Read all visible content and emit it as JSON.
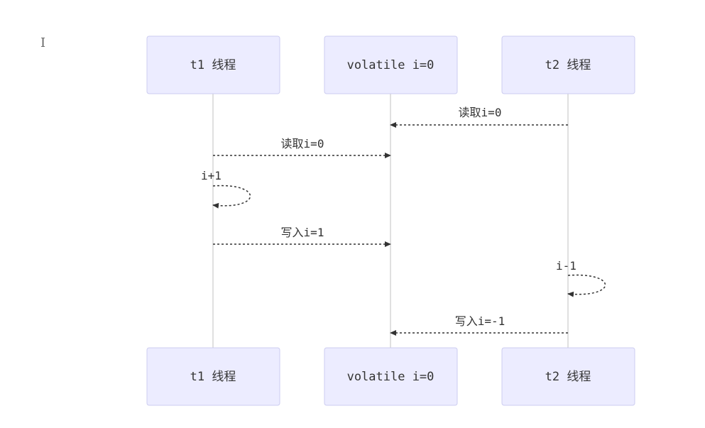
{
  "participants": [
    {
      "id": "t1",
      "label": "t1 线程"
    },
    {
      "id": "vol",
      "label": "volatile i=0"
    },
    {
      "id": "t2",
      "label": "t2 线程"
    }
  ],
  "messages": [
    {
      "from": "t2",
      "to": "vol",
      "label": "读取i=0",
      "kind": "message"
    },
    {
      "from": "t1",
      "to": "vol",
      "label": "读取i=0",
      "kind": "message"
    },
    {
      "from": "t1",
      "to": "t1",
      "label": "i+1",
      "kind": "self"
    },
    {
      "from": "t1",
      "to": "vol",
      "label": "写入i=1",
      "kind": "message"
    },
    {
      "from": "t2",
      "to": "t2",
      "label": "i-1",
      "kind": "self"
    },
    {
      "from": "t2",
      "to": "vol",
      "label": "写入i=-1",
      "kind": "message"
    }
  ],
  "cursor_glyph": "I",
  "colors": {
    "actor_fill": "#ececff",
    "actor_stroke": "#ccccf0",
    "line": "#333333",
    "lifeline": "#d6d6d6"
  }
}
